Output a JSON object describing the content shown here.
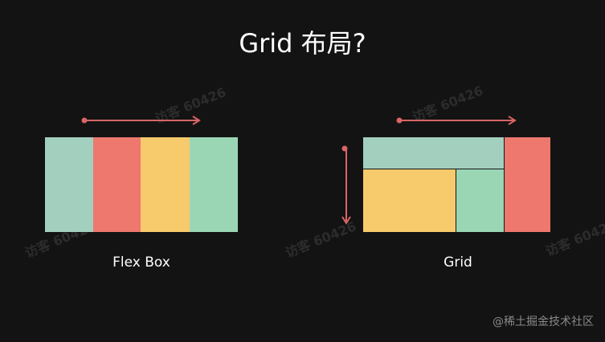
{
  "title": "Grid 布局?",
  "flexbox": {
    "label": "Flex Box"
  },
  "grid": {
    "label": "Grid"
  },
  "watermarks": [
    "访客 60426",
    "访客 60426",
    "访客 60426",
    "访客 60426",
    "访客 60426"
  ],
  "credit": "@稀土掘金技术社区",
  "colors": {
    "background": "#131313",
    "teal": "#a3cfbe",
    "red": "#ee776e",
    "yellow": "#f7ca6b",
    "green": "#9ad6b4",
    "arrow": "#d96565"
  }
}
